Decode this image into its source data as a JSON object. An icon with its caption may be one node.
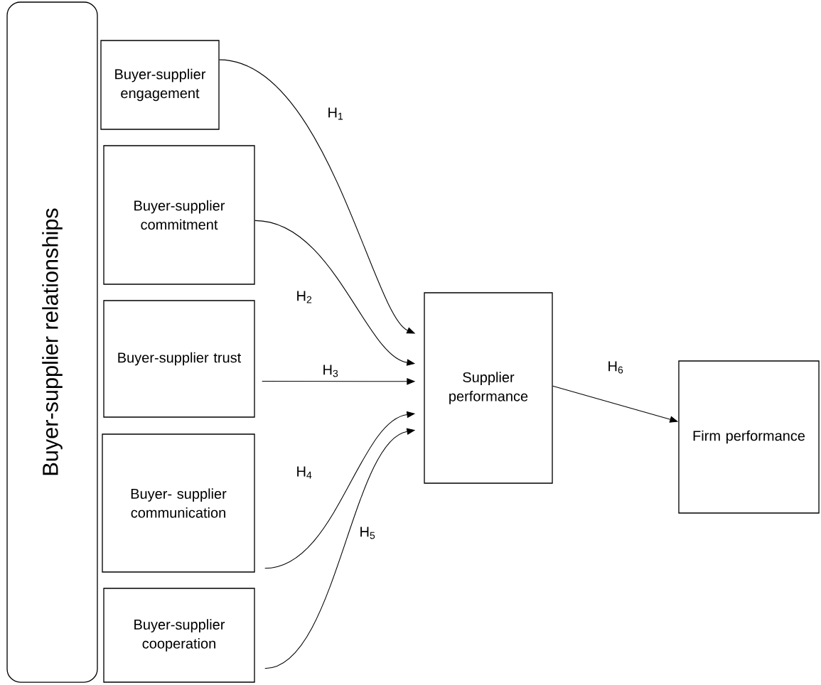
{
  "diagram": {
    "nodes": [
      {
        "text": [
          "Buyer-supplier relationships"
        ]
      },
      {
        "text": [
          "Buyer-supplier engagement"
        ]
      },
      {
        "text": [
          "Buyer-supplier commitment"
        ]
      },
      {
        "text": [
          "Buyer-supplier trust"
        ]
      },
      {
        "text": [
          "Buyer- supplier communication"
        ]
      },
      {
        "text": [
          "Buyer-supplier cooperation"
        ]
      },
      {
        "text": [
          "Supplier performance"
        ]
      },
      {
        "text": [
          "Firm performance"
        ]
      }
    ],
    "edges": [
      {
        "from": 1,
        "to": 6,
        "arrow": "to",
        "label": "H$_{1}$"
      },
      {
        "from": 2,
        "to": 6,
        "arrow": "to",
        "label": "H$_{2}$"
      },
      {
        "from": 3,
        "to": 6,
        "arrow": "to",
        "label": "H$_{3}$"
      },
      {
        "from": 4,
        "to": 6,
        "arrow": "to",
        "label": "H$_{4}$"
      },
      {
        "from": 5,
        "to": 6,
        "arrow": "to",
        "label": "H$_{5}$"
      },
      {
        "from": 6,
        "to": 7,
        "arrow": "to",
        "label": "H$_{6}$"
      }
    ]
  }
}
